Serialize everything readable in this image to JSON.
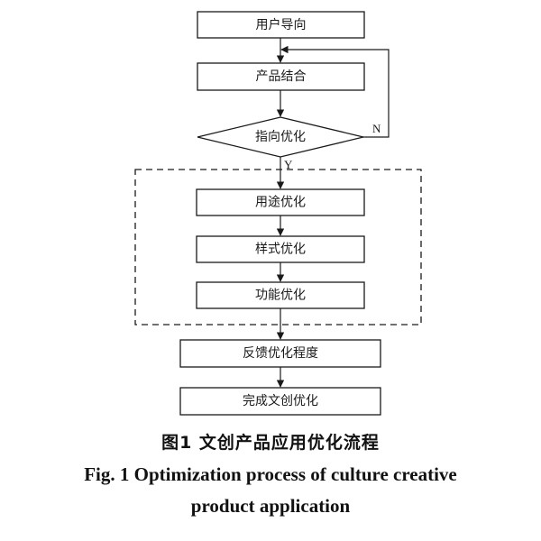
{
  "diagram": {
    "nodes": {
      "user_orientation": "用户导向",
      "product_combination": "产品结合",
      "orientation_optimization": "指向优化",
      "purpose_optimization": "用途优化",
      "style_optimization": "样式优化",
      "function_optimization": "功能优化",
      "feedback_optimization_level": "反馈优化程度",
      "complete_optimization": "完成文创优化"
    },
    "branches": {
      "yes": "Y",
      "no": "N"
    }
  },
  "caption": {
    "chinese": "图1  文创产品应用优化流程",
    "english_line1": "Fig. 1  Optimization process of culture creative",
    "english_line2": "product application"
  }
}
